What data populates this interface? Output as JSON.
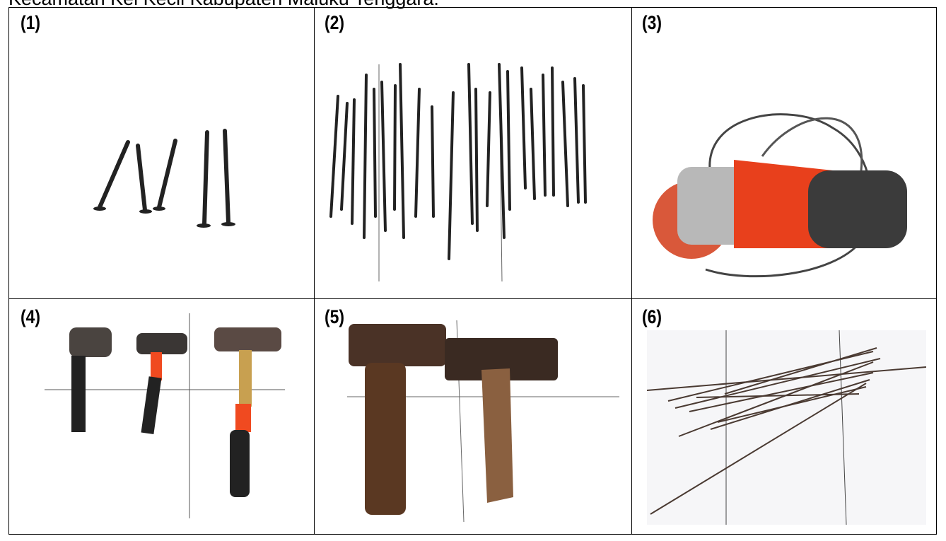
{
  "caption": "Kecamatan Kei Kecil Kabupaten Maluku Tenggara.",
  "figures": [
    {
      "label": "(1)",
      "icon": "nails-photo"
    },
    {
      "label": "(2)",
      "icon": "steel-spikes-photo"
    },
    {
      "label": "(3)",
      "icon": "angle-grinder-photo"
    },
    {
      "label": "(4)",
      "icon": "hammers-photo"
    },
    {
      "label": "(5)",
      "icon": "sledge-hammers-photo"
    },
    {
      "label": "(6)",
      "icon": "steel-wires-photo"
    }
  ]
}
